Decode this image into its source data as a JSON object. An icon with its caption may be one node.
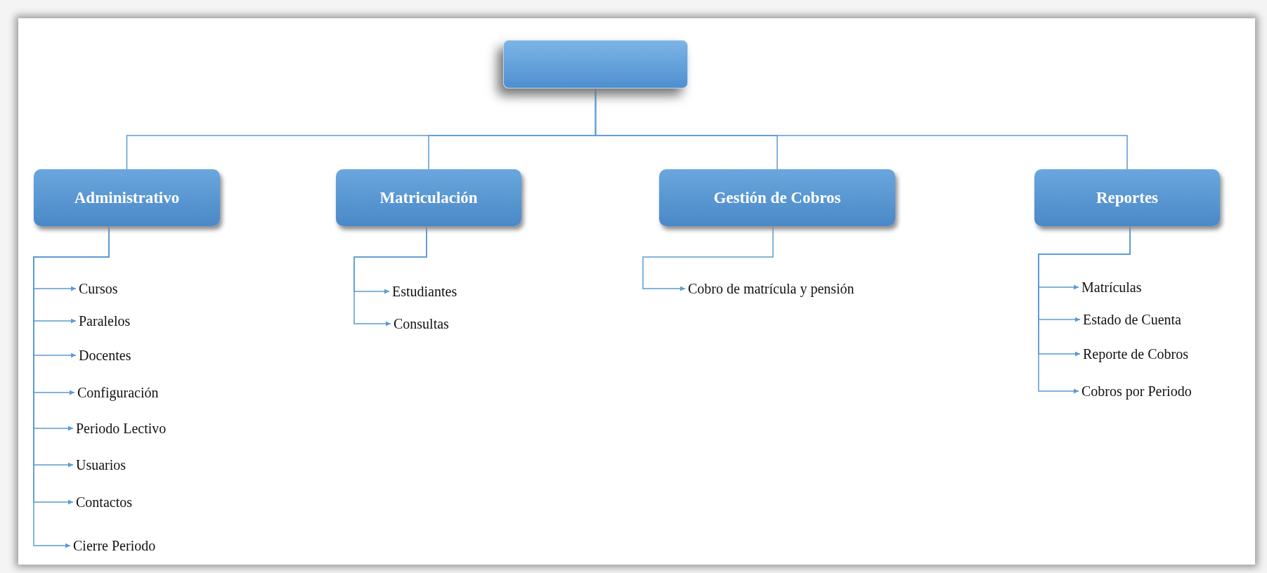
{
  "diagram": {
    "nodes": [
      {
        "text": [],
        "shape": "box"
      },
      {
        "text": [
          "Administrativo"
        ]
      },
      {
        "text": [
          "Matriculación"
        ]
      },
      {
        "text": [
          "Gestión de Cobros"
        ]
      },
      {
        "text": [
          "Reportes"
        ]
      },
      {
        "text": [
          "Cursos"
        ]
      },
      {
        "text": [
          "Paralelos"
        ]
      },
      {
        "text": [
          "Docentes"
        ]
      },
      {
        "text": [
          "Configuración"
        ]
      },
      {
        "text": [
          "Periodo Lectivo"
        ]
      },
      {
        "text": [
          "Usuarios"
        ]
      },
      {
        "text": [
          "Contactos"
        ]
      },
      {
        "text": [
          "Cierre Periodo"
        ]
      },
      {
        "text": [
          "Estudiantes"
        ]
      },
      {
        "text": [
          "Consultas"
        ]
      },
      {
        "text": [
          "Cobro de matrícula y pensión"
        ]
      },
      {
        "text": [
          "Matrículas"
        ]
      },
      {
        "text": [
          "Estado de Cuenta"
        ]
      },
      {
        "text": [
          "Reporte de Cobros"
        ]
      },
      {
        "text": [
          "Cobros por Periodo"
        ]
      }
    ],
    "edges": [
      {
        "from": 0,
        "to": 1,
        "arrow": "none"
      },
      {
        "from": 0,
        "to": 2,
        "arrow": "none"
      },
      {
        "from": 0,
        "to": 3,
        "arrow": "none"
      },
      {
        "from": 0,
        "to": 4,
        "arrow": "none"
      },
      {
        "from": 1,
        "to": 5,
        "arrow": "to"
      },
      {
        "from": 1,
        "to": 6,
        "arrow": "to"
      },
      {
        "from": 1,
        "to": 7,
        "arrow": "to"
      },
      {
        "from": 1,
        "to": 8,
        "arrow": "to"
      },
      {
        "from": 1,
        "to": 9,
        "arrow": "to"
      },
      {
        "from": 1,
        "to": 10,
        "arrow": "to"
      },
      {
        "from": 1,
        "to": 11,
        "arrow": "to"
      },
      {
        "from": 1,
        "to": 12,
        "arrow": "to"
      },
      {
        "from": 2,
        "to": 13,
        "arrow": "to"
      },
      {
        "from": 2,
        "to": 14,
        "arrow": "to"
      },
      {
        "from": 3,
        "to": 15,
        "arrow": "to"
      },
      {
        "from": 4,
        "to": 16,
        "arrow": "to"
      },
      {
        "from": 4,
        "to": 17,
        "arrow": "to"
      },
      {
        "from": 4,
        "to": 18,
        "arrow": "to"
      },
      {
        "from": 4,
        "to": 19,
        "arrow": "to"
      }
    ]
  }
}
